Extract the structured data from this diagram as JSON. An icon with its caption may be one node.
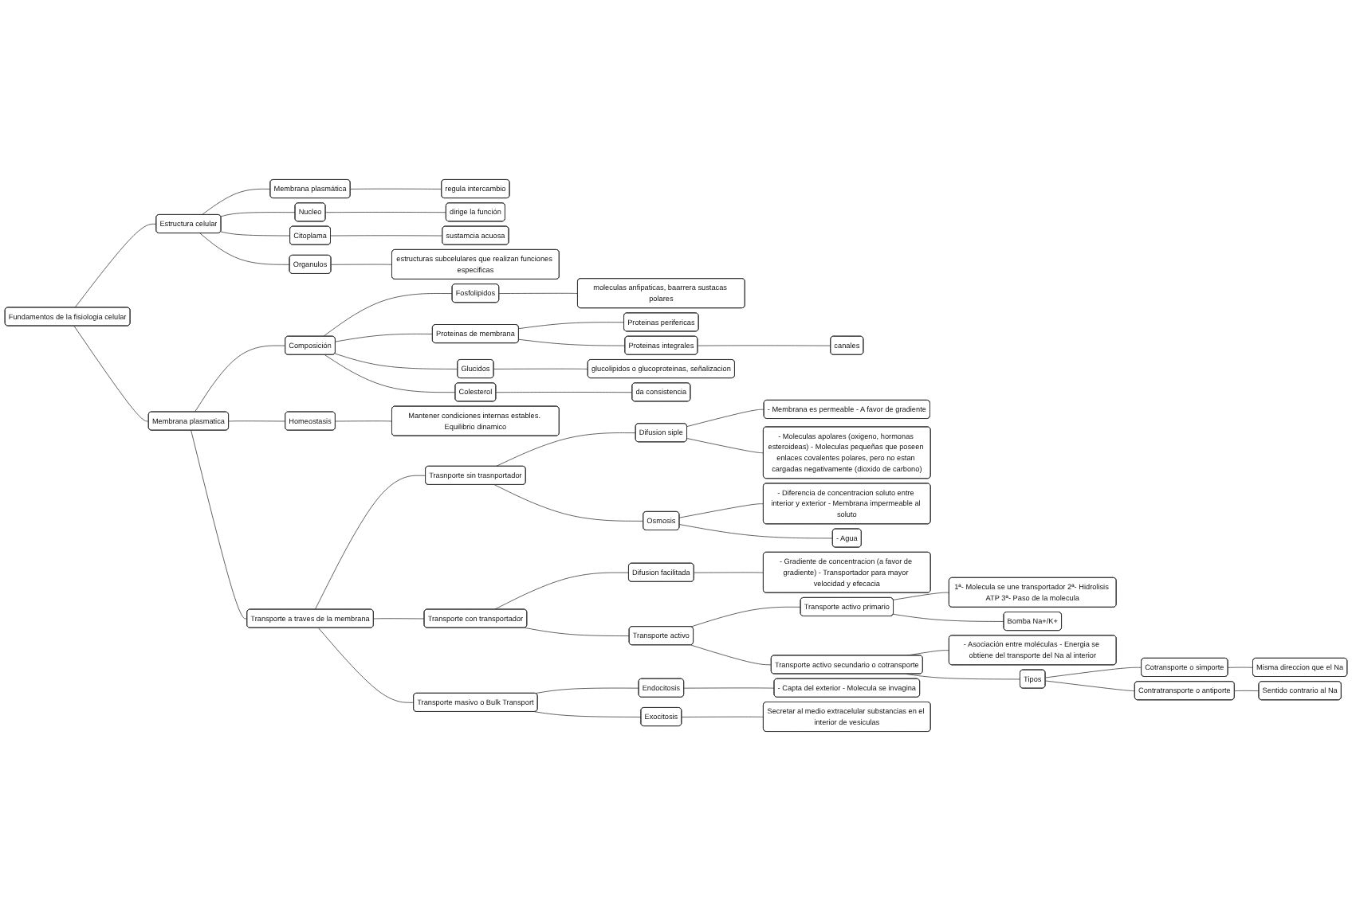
{
  "diagram": {
    "nodes": [
      {
        "text": [
          "Fundamentos de la fisiologia celular"
        ]
      },
      {
        "text": [
          "Estructura celular"
        ]
      },
      {
        "text": [
          "Membrana plasmática"
        ]
      },
      {
        "text": [
          "regula intercambio"
        ]
      },
      {
        "text": [
          "Nucleo"
        ]
      },
      {
        "text": [
          "dirige la función"
        ]
      },
      {
        "text": [
          "Citoplama"
        ]
      },
      {
        "text": [
          "sustamcia acuosa"
        ]
      },
      {
        "text": [
          "Organulos"
        ]
      },
      {
        "text": [
          "estructuras subcelulares que realizan funciones especificas"
        ]
      },
      {
        "text": [
          "Membrana plasmatica"
        ]
      },
      {
        "text": [
          "Composición"
        ]
      },
      {
        "text": [
          "Fosfolipidos"
        ]
      },
      {
        "text": [
          "moleculas anfipaticas, baarrera sustacas polares"
        ]
      },
      {
        "text": [
          "Proteinas de membrana"
        ]
      },
      {
        "text": [
          "Proteinas perifericas"
        ]
      },
      {
        "text": [
          "Proteinas integrales"
        ]
      },
      {
        "text": [
          "canales"
        ]
      },
      {
        "text": [
          "Glucidos"
        ]
      },
      {
        "text": [
          "glucolipidos o glucoproteinas, señalizacion"
        ]
      },
      {
        "text": [
          "Colesterol"
        ]
      },
      {
        "text": [
          "da consistencia"
        ]
      },
      {
        "text": [
          "Homeostasis"
        ]
      },
      {
        "text": [
          "Mantener condiciones internas estables. Equilibrio dinamico"
        ]
      },
      {
        "text": [
          "Transporte a traves de la membrana"
        ]
      },
      {
        "text": [
          "Trasnporte sin trasnportador"
        ]
      },
      {
        "text": [
          "Difusion siple"
        ]
      },
      {
        "text": [
          "- Membrana es permeable - A favor de gradiente"
        ]
      },
      {
        "text": [
          "- Moleculas apolares (oxigeno, hormonas esteroideas) - Moleculas pequeñas que poseen enlaces covalentes polares, pero no estan cargadas negativamente (dioxido de carbono)"
        ]
      },
      {
        "text": [
          "Osmosis"
        ]
      },
      {
        "text": [
          "- Diferencia de concentracion soluto entre interior y exterior - Membrana impermeable al soluto"
        ]
      },
      {
        "text": [
          "- Agua"
        ]
      },
      {
        "text": [
          "Transporte con transportador"
        ]
      },
      {
        "text": [
          "Difusion facilitada"
        ]
      },
      {
        "text": [
          "- Gradiente de concentracion (a favor de gradiente) - Transportador para mayor velocidad y efecacia"
        ]
      },
      {
        "text": [
          "Transporte activo"
        ]
      },
      {
        "text": [
          "Transporte activo primario"
        ]
      },
      {
        "text": [
          "1ª- Molecula se une transportador 2ª- Hidrolisis ATP 3ª- Paso de la molecula"
        ]
      },
      {
        "text": [
          "Bomba Na+/K+"
        ]
      },
      {
        "text": [
          "Transporte activo secundario o cotransporte"
        ]
      },
      {
        "text": [
          "- Asociación entre moléculas - Energia se obtiene del transporte del Na al interior"
        ]
      },
      {
        "text": [
          "Tipos"
        ]
      },
      {
        "text": [
          "Cotransporte o simporte"
        ]
      },
      {
        "text": [
          "Misma direccion que el Na"
        ]
      },
      {
        "text": [
          "Contratransporte o antiporte"
        ]
      },
      {
        "text": [
          "Sentido contrario al Na"
        ]
      },
      {
        "text": [
          "Transporte masivo o Bulk Transport"
        ]
      },
      {
        "text": [
          "Endocitosis"
        ]
      },
      {
        "text": [
          "- Capta del exterior - Molecula se invagina"
        ]
      },
      {
        "text": [
          "Exocitosis"
        ]
      },
      {
        "text": [
          "Secretar al medio extracelular substancias en el interior de vesiculas"
        ]
      }
    ],
    "edges": [
      {
        "from": 0,
        "to": 1,
        "arrow": "none"
      },
      {
        "from": 1,
        "to": 2,
        "arrow": "none"
      },
      {
        "from": 2,
        "to": 3,
        "arrow": "none"
      },
      {
        "from": 1,
        "to": 4,
        "arrow": "none"
      },
      {
        "from": 4,
        "to": 5,
        "arrow": "none"
      },
      {
        "from": 1,
        "to": 6,
        "arrow": "none"
      },
      {
        "from": 6,
        "to": 7,
        "arrow": "none"
      },
      {
        "from": 1,
        "to": 8,
        "arrow": "none"
      },
      {
        "from": 8,
        "to": 9,
        "arrow": "none"
      },
      {
        "from": 0,
        "to": 10,
        "arrow": "none"
      },
      {
        "from": 10,
        "to": 11,
        "arrow": "none"
      },
      {
        "from": 11,
        "to": 12,
        "arrow": "none"
      },
      {
        "from": 12,
        "to": 13,
        "arrow": "none"
      },
      {
        "from": 11,
        "to": 14,
        "arrow": "none"
      },
      {
        "from": 14,
        "to": 15,
        "arrow": "none"
      },
      {
        "from": 14,
        "to": 16,
        "arrow": "none"
      },
      {
        "from": 16,
        "to": 17,
        "arrow": "none"
      },
      {
        "from": 11,
        "to": 18,
        "arrow": "none"
      },
      {
        "from": 18,
        "to": 19,
        "arrow": "none"
      },
      {
        "from": 11,
        "to": 20,
        "arrow": "none"
      },
      {
        "from": 20,
        "to": 21,
        "arrow": "none"
      },
      {
        "from": 10,
        "to": 22,
        "arrow": "none"
      },
      {
        "from": 22,
        "to": 23,
        "arrow": "none"
      },
      {
        "from": 10,
        "to": 24,
        "arrow": "none"
      },
      {
        "from": 24,
        "to": 25,
        "arrow": "none"
      },
      {
        "from": 25,
        "to": 26,
        "arrow": "none"
      },
      {
        "from": 26,
        "to": 27,
        "arrow": "none"
      },
      {
        "from": 26,
        "to": 28,
        "arrow": "none"
      },
      {
        "from": 25,
        "to": 29,
        "arrow": "none"
      },
      {
        "from": 29,
        "to": 30,
        "arrow": "none"
      },
      {
        "from": 29,
        "to": 31,
        "arrow": "none"
      },
      {
        "from": 24,
        "to": 32,
        "arrow": "none"
      },
      {
        "from": 32,
        "to": 33,
        "arrow": "none"
      },
      {
        "from": 33,
        "to": 34,
        "arrow": "none"
      },
      {
        "from": 32,
        "to": 35,
        "arrow": "none"
      },
      {
        "from": 35,
        "to": 36,
        "arrow": "none"
      },
      {
        "from": 36,
        "to": 37,
        "arrow": "none"
      },
      {
        "from": 36,
        "to": 38,
        "arrow": "none"
      },
      {
        "from": 35,
        "to": 39,
        "arrow": "none"
      },
      {
        "from": 39,
        "to": 40,
        "arrow": "none"
      },
      {
        "from": 39,
        "to": 41,
        "arrow": "none"
      },
      {
        "from": 41,
        "to": 42,
        "arrow": "none"
      },
      {
        "from": 42,
        "to": 43,
        "arrow": "none"
      },
      {
        "from": 41,
        "to": 44,
        "arrow": "none"
      },
      {
        "from": 44,
        "to": 45,
        "arrow": "none"
      },
      {
        "from": 24,
        "to": 46,
        "arrow": "none"
      },
      {
        "from": 46,
        "to": 47,
        "arrow": "none"
      },
      {
        "from": 47,
        "to": 48,
        "arrow": "none"
      },
      {
        "from": 46,
        "to": 49,
        "arrow": "none"
      },
      {
        "from": 49,
        "to": 50,
        "arrow": "none"
      }
    ]
  }
}
